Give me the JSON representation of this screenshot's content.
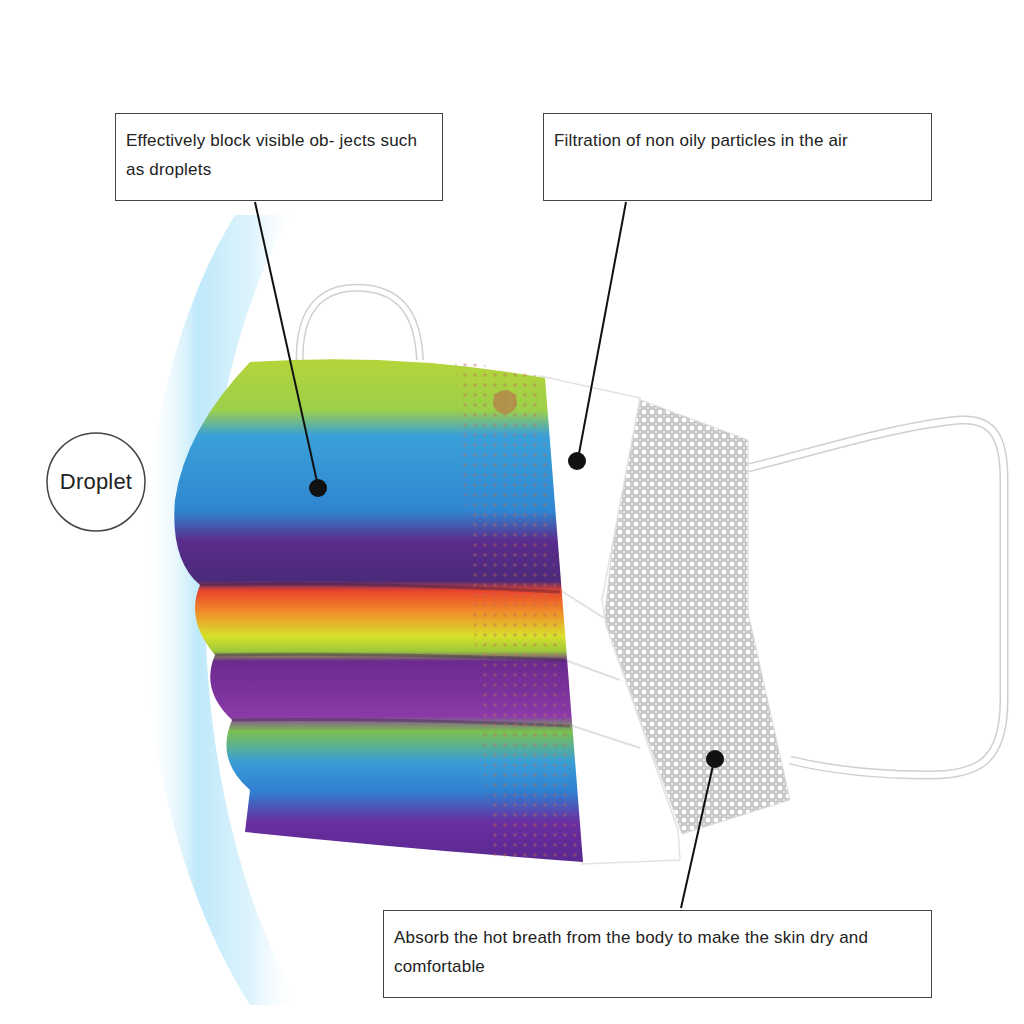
{
  "diagram": {
    "nodes": [
      {
        "text": [
          "Effectively block visible ob- jects such as droplets"
        ]
      },
      {
        "text": [
          "Filtration of non oily particles in the air"
        ]
      },
      {
        "text": [
          "Droplet"
        ]
      },
      {
        "text": [
          "Absorb the hot breath from the body to make the skin dry and comfortable"
        ]
      }
    ]
  }
}
